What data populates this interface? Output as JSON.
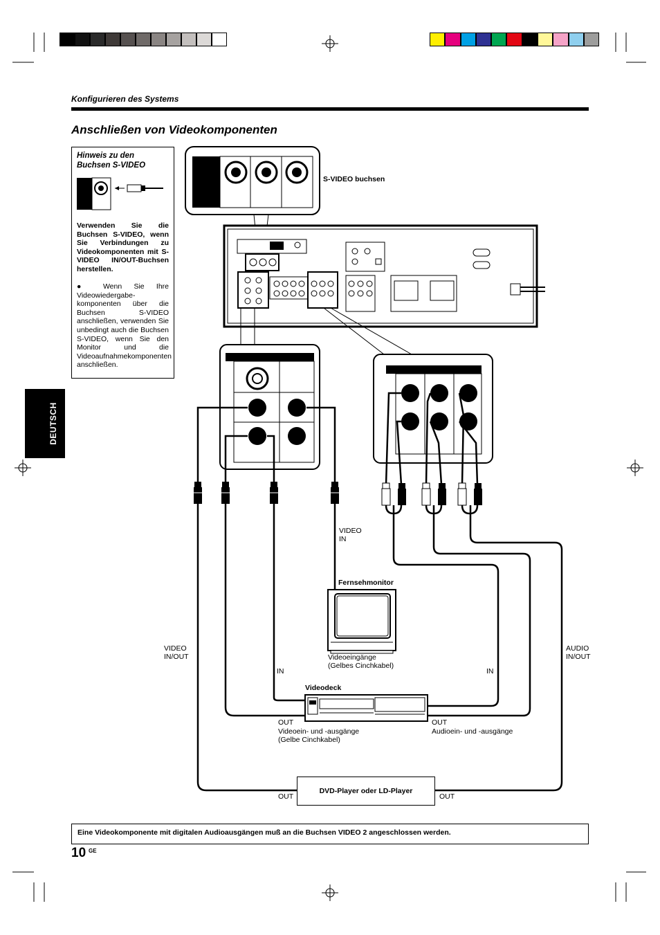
{
  "header": {
    "section": "Konfigurieren des Systems",
    "title": "Anschließen von Videokomponenten"
  },
  "note": {
    "title": "Hinweis zu den Buchsen S-VIDEO",
    "body": "Verwenden Sie die Buchsen S-VIDEO, wenn Sie Verbindungen zu Videokomponenten mit S-VIDEO IN/OUT-Buchsen herstellen.",
    "bullet": "● Wenn Sie Ihre Videowiedergabe-komponenten über die Buchsen S-VIDEO anschließen, verwenden Sie unbedingt auch die Buchsen S-VIDEO, wenn Sie den Monitor und die Videoaufnahmekomponenten anschließen."
  },
  "side_tab": "DEUTSCH",
  "diagram": {
    "svideo_label": "S-VIDEO buchsen",
    "video_in": "VIDEO\nIN",
    "monitor_title": "Fernsehmonitor",
    "monitor_caption": "Videoeingänge\n(Gelbes Cinchkabel)",
    "video_inout": "VIDEO\nIN/OUT",
    "audio_inout": "AUDIO\nIN/OUT",
    "in_left": "IN",
    "in_right": "IN",
    "videodeck_title": "Videodeck",
    "out_left": "OUT",
    "out_left_caption": "Videoein- und -ausgänge\n(Gelbe Cinchkabel)",
    "out_right": "OUT",
    "out_right_caption": "Audioein- und -ausgänge",
    "dvd_player": "DVD-Player oder LD-Player",
    "dvd_out_left": "OUT",
    "dvd_out_right": "OUT"
  },
  "footer": {
    "notice": "Eine Videokomponente mit digitalen Audioausgängen muß an die Buchsen VIDEO 2 angeschlossen werden.",
    "page_number": "10",
    "page_suffix": "GE"
  },
  "colors": {
    "print_bar_gray": [
      "#000000",
      "#111111",
      "#2a2a2a",
      "#3f3a38",
      "#565150",
      "#6f6a68",
      "#8a8583",
      "#a6a2a0",
      "#c3bfbd",
      "#dcd9d7",
      "#ffffff"
    ],
    "print_bar_color": [
      "#ffee00",
      "#e6007e",
      "#00a0e4",
      "#2e3192",
      "#00a651",
      "#e30613",
      "#000000",
      "#fff799",
      "#f5a3c7",
      "#8fcfee",
      "#9d9d9c"
    ]
  }
}
